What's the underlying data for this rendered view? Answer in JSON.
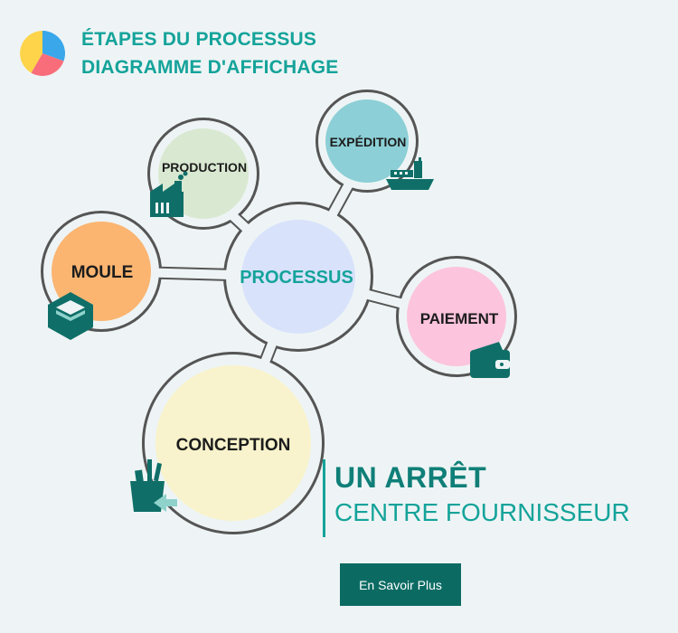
{
  "header": {
    "title_line1": "ÉTAPES DU PROCESSUS",
    "title_line2": "DIAGRAMME D'AFFICHAGE"
  },
  "diagram": {
    "center": "PROCESSUS",
    "nodes": {
      "production": "PRODUCTION",
      "expedition": "EXPÉDITION",
      "moule": "MOULE",
      "paiement": "PAIEMENT",
      "conception": "CONCEPTION"
    }
  },
  "tagline": {
    "main": "UN ARRÊT",
    "sub": "CENTRE FOURNISSEUR"
  },
  "cta": {
    "label": "En Savoir Plus"
  },
  "colors": {
    "accent": "#14a39a",
    "accent_dark": "#0b6b63",
    "icon_teal": "#0f6f68",
    "outline": "#555555",
    "production_fill": "#d9e8d1",
    "expedition_fill": "#8ccfd6",
    "moule_fill": "#fbb571",
    "paiement_fill": "#fcc4dd",
    "conception_fill": "#f8f3cc",
    "center_fill": "#d8e2fb"
  },
  "icons": {
    "logo": "pie-chart-icon",
    "production": "factory-icon",
    "expedition": "ship-icon",
    "moule": "cube-icon",
    "paiement": "wallet-icon",
    "conception": "brush-cup-icon"
  }
}
